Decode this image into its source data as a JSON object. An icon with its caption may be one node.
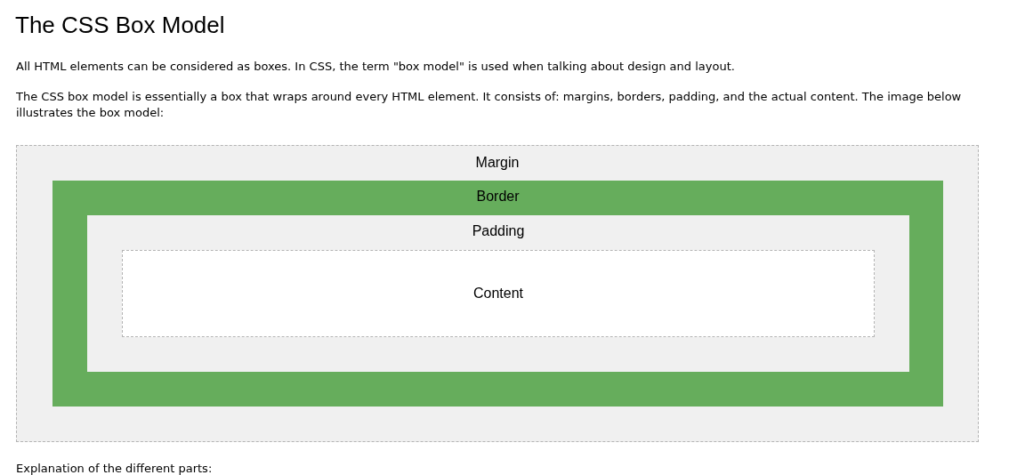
{
  "diagram": {
    "title": "The CSS Box Model",
    "nodes": [
      {
        "text": [
          "Margin"
        ]
      },
      {
        "text": [
          "Border"
        ],
        "in": 0
      },
      {
        "text": [
          "Padding"
        ],
        "in": 1
      },
      {
        "text": [
          "Content"
        ],
        "in": 2
      }
    ],
    "labels": [
      "All HTML elements can be considered as boxes. In CSS, the term \"box model\" is used when talking about design and layout.",
      "The CSS box model is essentially a box that wraps around every HTML element. It consists of: margins, borders, padding, and the actual content. The image below illustrates the box model:",
      "Explanation of the different parts:"
    ]
  }
}
